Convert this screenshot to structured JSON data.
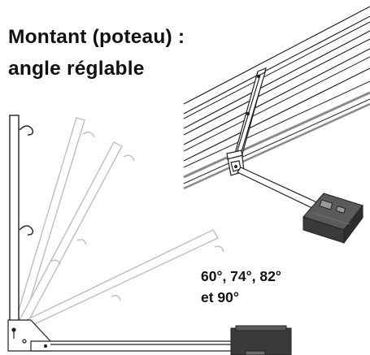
{
  "title": {
    "line1": "Montant (poteau) :",
    "line2": "angle réglable"
  },
  "angles_caption": {
    "line1": "60°, 74°, 82°",
    "line2": "et 90°"
  },
  "colors": {
    "line": "#222222",
    "faded_line": "#bdbdbd",
    "motor_dark": "#3a3a3a",
    "motor_light": "#6a6a6a",
    "rail_gray": "#8a8a8a"
  }
}
